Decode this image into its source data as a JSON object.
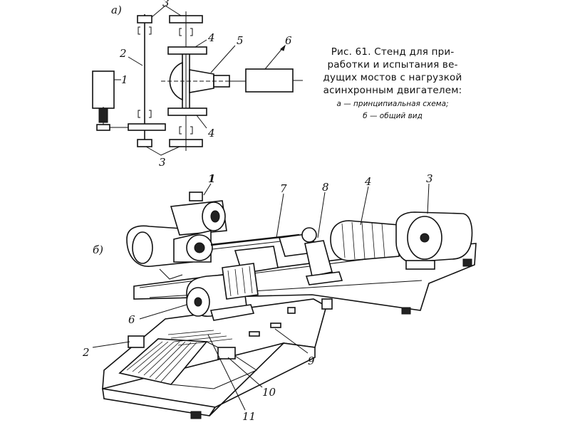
{
  "figure": {
    "caption_title": "Рис. 61. Стенд для при­работки и испытания ве­дущих мостов с нагруз­кой асинхронным двига­телем:",
    "caption_line_a": "а — принципиальная схема;",
    "caption_line_b": "б — общий вид",
    "panel_a_label": "а)",
    "panel_b_label": "б)"
  },
  "schema_labels": {
    "l1": "1",
    "l2": "2",
    "l3_top": "3",
    "l3_bottom": "3",
    "l4_top": "4",
    "l4_bottom": "4",
    "l5": "5",
    "l6": "6"
  },
  "view_labels": {
    "l1": "1",
    "l2": "2",
    "l3": "3",
    "l4": "4",
    "l6": "6",
    "l7": "7",
    "l8": "8",
    "l9": "9",
    "l10": "10",
    "l11": "11"
  }
}
